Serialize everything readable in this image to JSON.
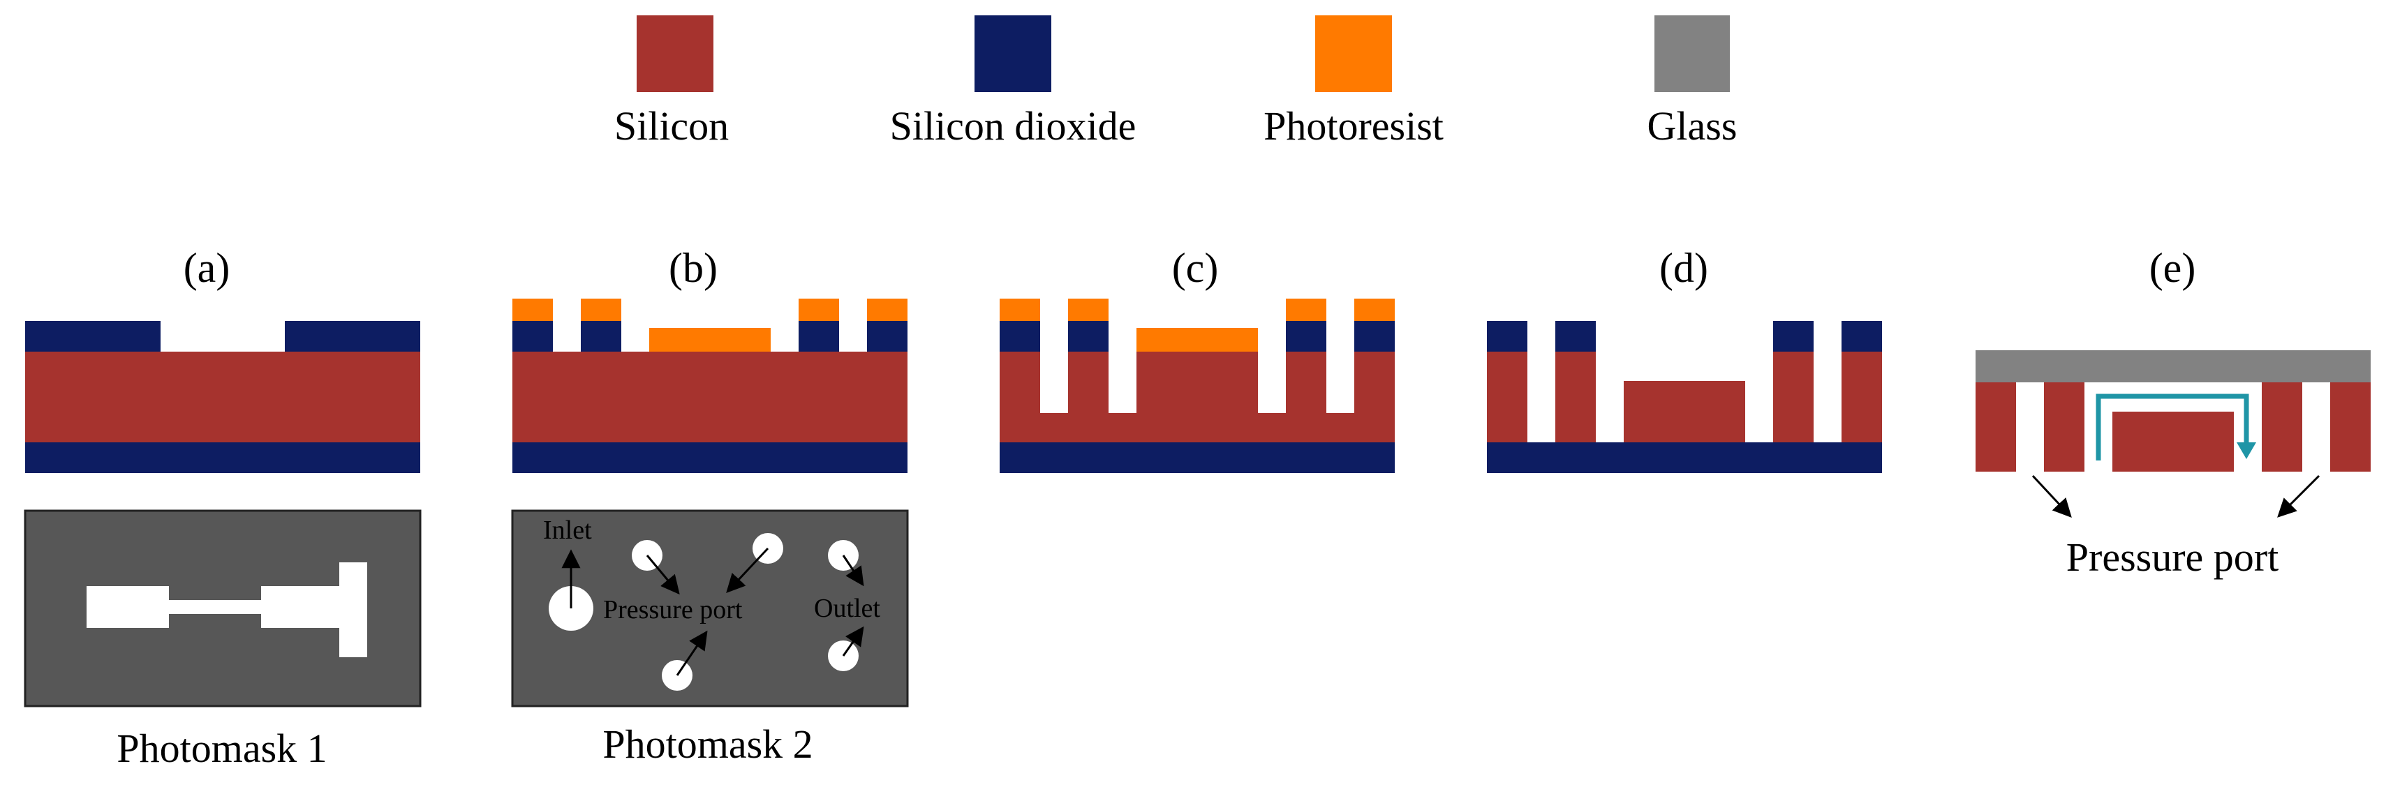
{
  "colors": {
    "silicon": "#A6332E",
    "silicon_dioxide": "#0D1D62",
    "photoresist": "#FF7A00",
    "glass": "#828282",
    "photomask_bg": "#575757",
    "photomask_feature": "#FFFFFF",
    "flow_arrow": "#1F95A6"
  },
  "legend": [
    {
      "label": "Silicon",
      "color": "#A6332E",
      "icon": "silicon-swatch"
    },
    {
      "label": "Silicon dioxide",
      "color": "#0D1D62",
      "icon": "silicon-dioxide-swatch"
    },
    {
      "label": "Photoresist",
      "color": "#FF7A00",
      "icon": "photoresist-swatch"
    },
    {
      "label": "Glass",
      "color": "#828282",
      "icon": "glass-swatch"
    }
  ],
  "steps": [
    {
      "id": "a",
      "label": "(a)"
    },
    {
      "id": "b",
      "label": "(b)"
    },
    {
      "id": "c",
      "label": "(c)"
    },
    {
      "id": "d",
      "label": "(d)"
    },
    {
      "id": "e",
      "label": "(e)"
    }
  ],
  "photomask1": {
    "caption": "Photomask 1"
  },
  "photomask2": {
    "caption": "Photomask 2",
    "inlet_label": "Inlet",
    "pressure_port_label": "Pressure port",
    "outlet_label": "Outlet"
  },
  "step_e": {
    "pressure_port_label": "Pressure port"
  }
}
